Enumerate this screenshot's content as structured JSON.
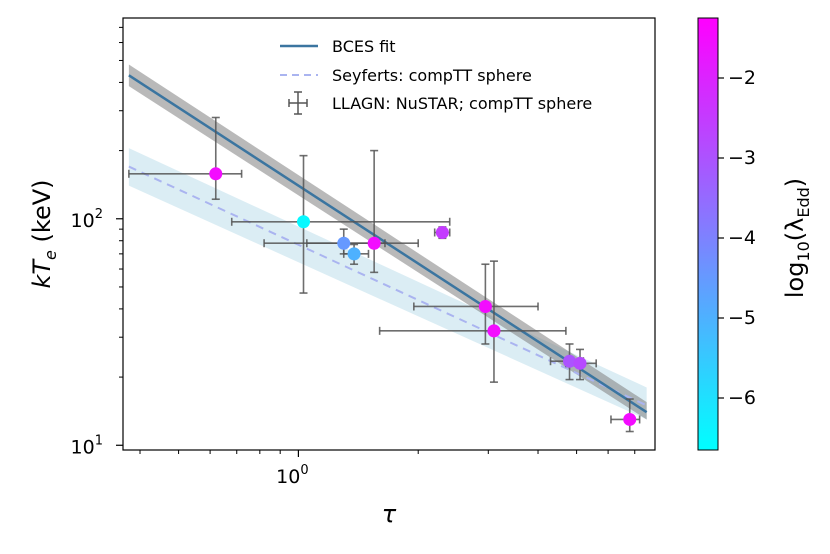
{
  "chart_data": {
    "type": "scatter",
    "xscale": "log",
    "yscale": "log",
    "xlim": [
      0.3625,
      7.87
    ],
    "ylim": [
      9.53,
      770
    ],
    "xlabel": "τ",
    "ylabel_main": "kT",
    "ylabel_sub": "e",
    "ylabel_unit": " (keV)",
    "x_ticks": [
      {
        "value": 1,
        "base": "10",
        "exp": "0"
      }
    ],
    "y_ticks": [
      {
        "value": 10,
        "base": "10",
        "exp": "1"
      },
      {
        "value": 100,
        "base": "10",
        "exp": "2"
      }
    ],
    "legend": {
      "placement": "top-center",
      "entries": [
        {
          "label": "BCES fit",
          "style": "line"
        },
        {
          "label": "Seyferts: compTT sphere",
          "style": "dashed"
        },
        {
          "label": "LLAGN: NuSTAR; compTT sphere",
          "style": "errorbar"
        }
      ]
    },
    "colorbar": {
      "range": [
        -6.65,
        -1.25
      ],
      "ticks": [
        -6,
        -5,
        -4,
        -3,
        -2
      ],
      "tick_labels": [
        "−6",
        "−5",
        "−4",
        "−3",
        "−2"
      ],
      "label_main": "log",
      "label_sub1": "10",
      "label_mid": "(λ",
      "label_sub2": "Edd",
      "label_end": ")"
    },
    "bces_fit": {
      "x": [
        0.375,
        7.5
      ],
      "y": [
        430,
        14
      ],
      "band_upper": [
        480,
        15.5
      ],
      "band_lower": [
        385,
        13
      ]
    },
    "seyferts_fit": {
      "x": [
        0.375,
        7.5
      ],
      "y": [
        170,
        15
      ],
      "band_upper": [
        205,
        18
      ],
      "band_lower": [
        140,
        13
      ]
    },
    "points": [
      {
        "x": 0.62,
        "y": 158,
        "xlo": 0.375,
        "xhi": 0.72,
        "ylo": 122,
        "yhi": 280,
        "c": -1.5
      },
      {
        "x": 1.03,
        "y": 97,
        "xlo": 0.68,
        "xhi": 2.4,
        "ylo": 47,
        "yhi": 190,
        "c": -6.5
      },
      {
        "x": 1.3,
        "y": 78,
        "xlo": 0.82,
        "xhi": 1.65,
        "ylo": 70,
        "yhi": 90,
        "c": -4.5
      },
      {
        "x": 1.38,
        "y": 70,
        "xlo": 1.3,
        "xhi": 1.5,
        "ylo": 63,
        "yhi": 77,
        "c": -5.0
      },
      {
        "x": 1.55,
        "y": 78,
        "xlo": 1.05,
        "xhi": 2.0,
        "ylo": 58,
        "yhi": 200,
        "c": -1.5
      },
      {
        "x": 2.3,
        "y": 87,
        "xlo": 2.2,
        "xhi": 2.4,
        "ylo": 82,
        "yhi": 92,
        "c": -2.5
      },
      {
        "x": 2.95,
        "y": 41,
        "xlo": 1.95,
        "xhi": 4.0,
        "ylo": 28,
        "yhi": 63,
        "c": -1.5
      },
      {
        "x": 3.1,
        "y": 32,
        "xlo": 1.6,
        "xhi": 4.7,
        "ylo": 19,
        "yhi": 65,
        "c": -1.5
      },
      {
        "x": 4.8,
        "y": 23.5,
        "xlo": 4.3,
        "xhi": 5.2,
        "ylo": 19.5,
        "yhi": 28,
        "c": -3.0
      },
      {
        "x": 5.1,
        "y": 23,
        "xlo": 4.7,
        "xhi": 5.6,
        "ylo": 19.5,
        "yhi": 26.5,
        "c": -2.8
      },
      {
        "x": 6.8,
        "y": 13,
        "xlo": 6.1,
        "xhi": 7.2,
        "ylo": 11.5,
        "yhi": 16,
        "c": -1.5
      }
    ],
    "colors": {
      "fit_line": "#3b75a0",
      "fit_band": "#808080",
      "seyfert_line": "#aab4f0",
      "seyfert_band": "#cfe7f0",
      "errorbar": "#555555"
    }
  }
}
